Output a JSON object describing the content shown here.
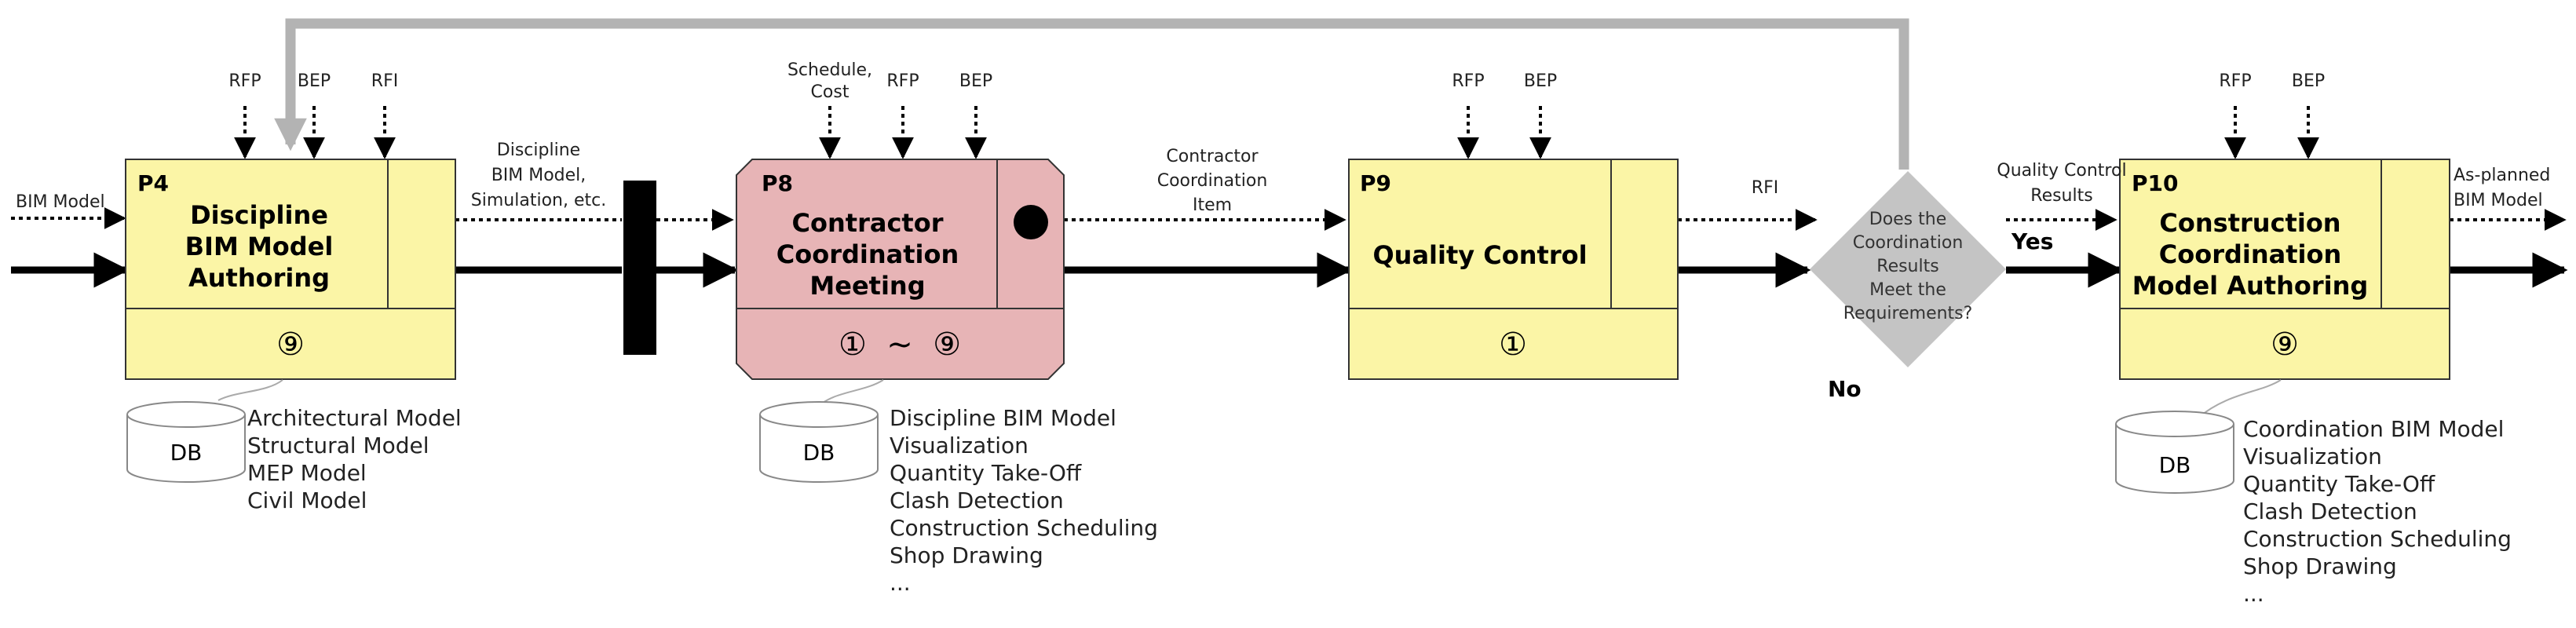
{
  "inputs": {
    "bim_model": "BIM Model",
    "rfp": "RFP",
    "bep": "BEP",
    "rfi": "RFI",
    "schedule_cost": [
      "Schedule,",
      "Cost"
    ]
  },
  "p4": {
    "code": "P4",
    "title": [
      "Discipline",
      "BIM Model",
      "Authoring"
    ],
    "number": "⑨",
    "db_label": "DB",
    "db_items": [
      "Architectural Model",
      "Structural Model",
      "MEP Model",
      "Civil Model"
    ]
  },
  "flow_p4_p8": [
    "Discipline",
    "BIM Model,",
    "Simulation, etc."
  ],
  "p8": {
    "code": "P8",
    "title": [
      "Contractor",
      "Coordination",
      "Meeting"
    ],
    "number": "①  ~  ⑨",
    "db_label": "DB",
    "db_items": [
      "Discipline BIM Model",
      "Visualization",
      "Quantity Take-Off",
      "Clash Detection",
      "Construction Scheduling",
      "Shop Drawing",
      "..."
    ]
  },
  "flow_p8_p9": [
    "Contractor",
    "Coordination",
    "Item"
  ],
  "p9": {
    "code": "P9",
    "title": [
      "Quality Control"
    ],
    "number": "①"
  },
  "flow_p9_decision": "RFI",
  "decision": {
    "text": [
      "Does the",
      "Coordination",
      "Results",
      "Meet the",
      "Requirements?"
    ],
    "yes": "Yes",
    "no": "No"
  },
  "flow_decision_p10": [
    "Quality Control",
    "Results"
  ],
  "p10": {
    "code": "P10",
    "title": [
      "Construction",
      "Coordination",
      "Model Authoring"
    ],
    "number": "⑨",
    "db_label": "DB",
    "db_items": [
      "Coordination BIM Model",
      "Visualization",
      "Quantity Take-Off",
      "Clash Detection",
      "Construction Scheduling",
      "Shop Drawing",
      "..."
    ]
  },
  "output": [
    "As-planned",
    "BIM Model"
  ],
  "colors": {
    "process_fill": "#fbf5a6",
    "meeting_fill": "#e7b4b6",
    "decision_fill": "#c4c4c4",
    "feedback_line": "#b3b3b3",
    "flow_line": "#000000"
  }
}
